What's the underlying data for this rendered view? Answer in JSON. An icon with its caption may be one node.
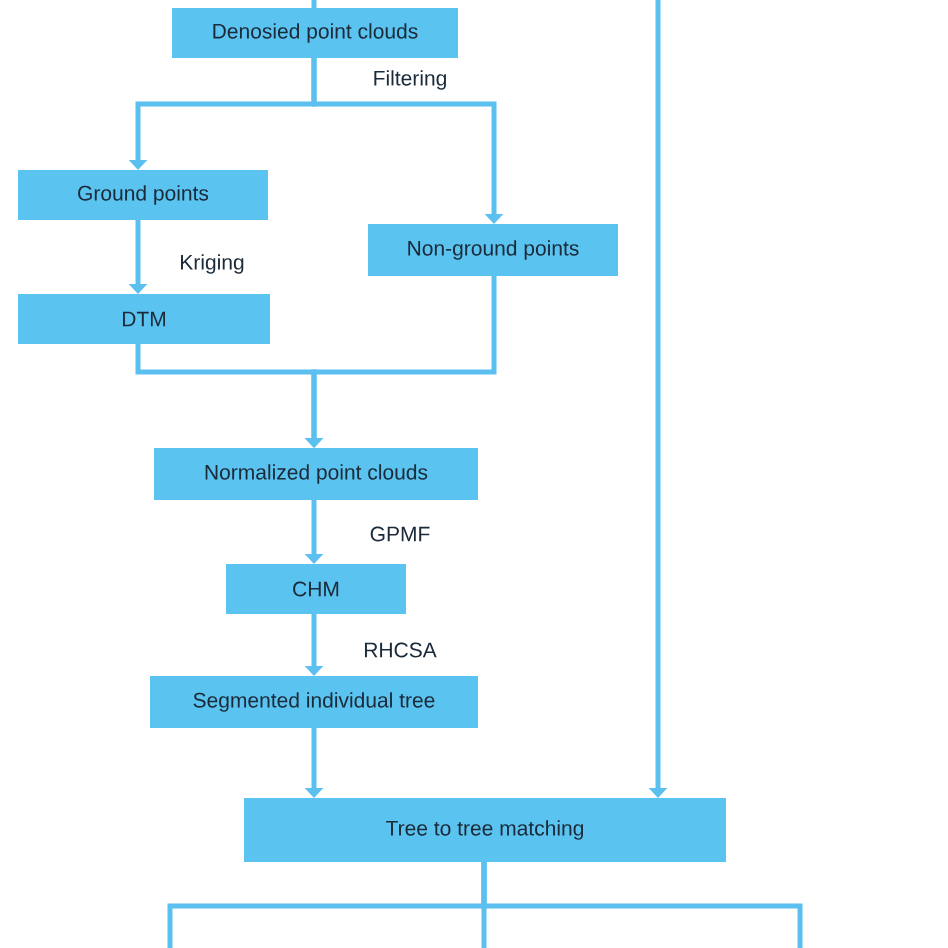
{
  "diagram": {
    "nodes": [
      {
        "text": [
          "Denosied point clouds"
        ]
      },
      {
        "text": [
          "Ground points"
        ]
      },
      {
        "text": [
          "Non-ground points"
        ]
      },
      {
        "text": [
          "DTM"
        ]
      },
      {
        "text": [
          "Normalized point clouds"
        ]
      },
      {
        "text": [
          "CHM"
        ]
      },
      {
        "text": [
          "Segmented individual tree"
        ]
      },
      {
        "text": [
          "Tree to tree matching"
        ]
      }
    ],
    "edges": [
      {
        "from": null,
        "to": 0,
        "arrow": "none"
      },
      {
        "from": 0,
        "to": 1,
        "arrow": "to"
      },
      {
        "from": 0,
        "to": 2,
        "arrow": "to",
        "label": "Filtering"
      },
      {
        "from": 1,
        "to": 3,
        "arrow": "to",
        "label": "Kriging"
      },
      {
        "from": 3,
        "to": 4,
        "arrow": "to"
      },
      {
        "from": 2,
        "to": 4,
        "arrow": "to"
      },
      {
        "from": 4,
        "to": 5,
        "arrow": "to",
        "label": "GPMF"
      },
      {
        "from": 5,
        "to": 6,
        "arrow": "to",
        "label": "RHCSA"
      },
      {
        "from": 6,
        "to": 7,
        "arrow": "to"
      },
      {
        "from": null,
        "to": 7,
        "arrow": "to"
      },
      {
        "from": 7,
        "to": null,
        "arrow": "none"
      },
      {
        "from": 7,
        "to": null,
        "arrow": "none"
      },
      {
        "from": 7,
        "to": null,
        "arrow": "none"
      }
    ]
  }
}
